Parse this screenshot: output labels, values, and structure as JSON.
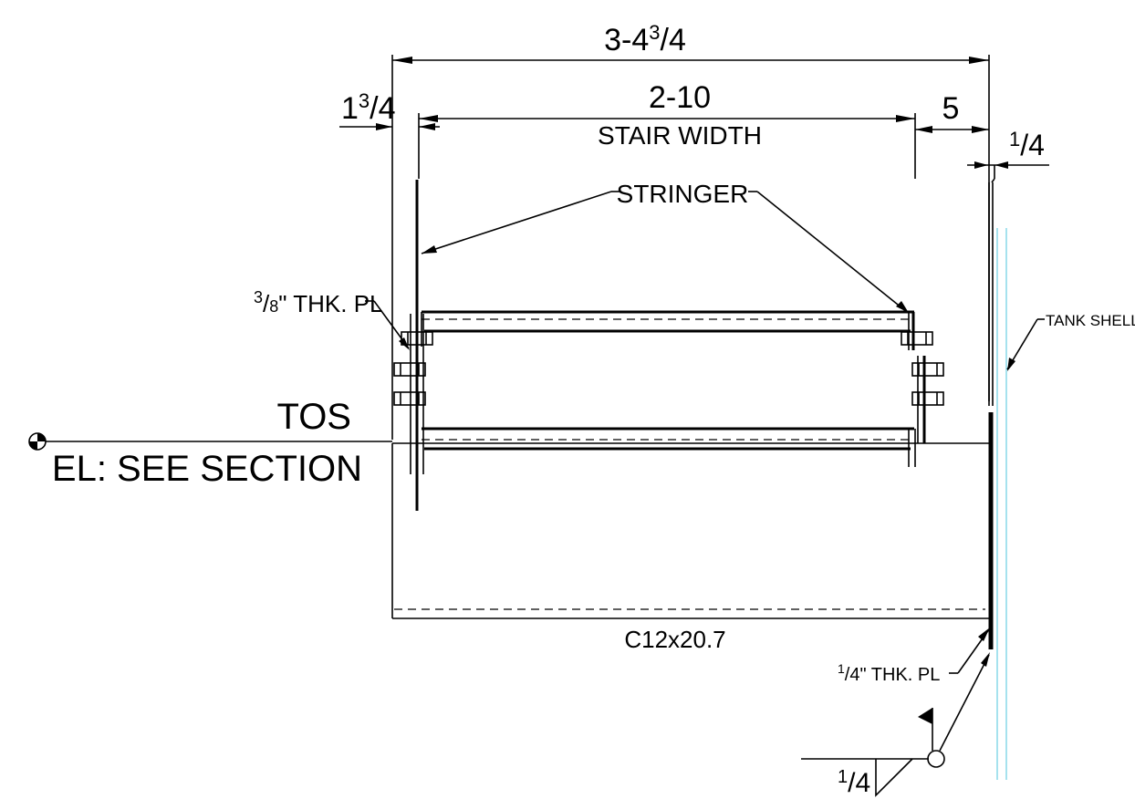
{
  "dimensions": {
    "overall": {
      "whole": "3-4",
      "num": "3",
      "den": "4"
    },
    "stair_width": {
      "value": "2-10",
      "caption": "STAIR WIDTH"
    },
    "left_offset": {
      "whole": "1",
      "num": "3",
      "den": "4"
    },
    "right_gap": {
      "value": "5"
    },
    "shell_gap": {
      "num": "1",
      "den": "4"
    }
  },
  "labels": {
    "stringer": "STRINGER",
    "plate_38": {
      "num": "3",
      "den": "8",
      "text": "\" THK. PL"
    },
    "tank_shell": "TANK SHELL",
    "tos": "TOS",
    "elevation": "EL: SEE SECTION",
    "channel": "C12x20.7",
    "plate_14": {
      "num": "1",
      "den": "4",
      "text": "\" THK. PL"
    },
    "weld": {
      "num": "1",
      "den": "4"
    }
  },
  "colors": {
    "line": "#000000",
    "tank_shell": "#7fd6e6"
  },
  "icons": [
    "elevation-marker-icon",
    "weld-flag-icon",
    "bolt-icon"
  ]
}
